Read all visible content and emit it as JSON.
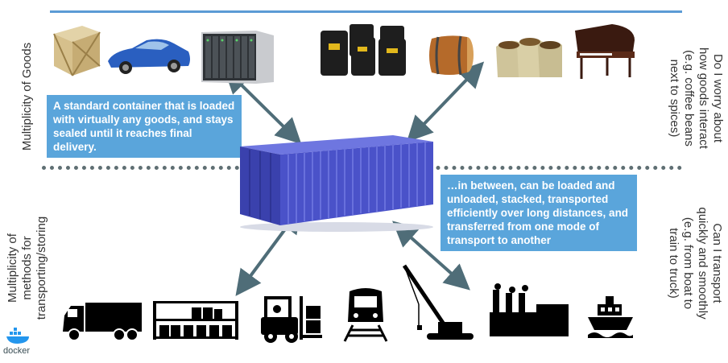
{
  "labels": {
    "goods": "Multiplicity of Goods",
    "methods": "Multiplicity of\nmethods for\ntransporting/storing",
    "goods_question": "Do I worry about\nhow goods interact\n(e.g. coffee beans\nnext to spices)",
    "transport_question": "Can I transport\nquickly and smoothly\n(e.g. from boat to\ntrain to truck)"
  },
  "callouts": {
    "container": "A standard container that is loaded with virtually any goods, and stays sealed until it reaches final delivery.",
    "between": "…in between, can be loaded and unloaded, stacked, transported efficiently over long distances, and transferred from one mode of transport to another"
  },
  "logo": {
    "text": "docker"
  },
  "goods": [
    "crate-icon",
    "sports-car-icon",
    "server-rack-icon",
    "oil-barrels-icon",
    "wine-barrel-icon",
    "coffee-sacks-icon",
    "piano-icon"
  ],
  "methods": [
    "truck-icon",
    "warehouse-shelf-icon",
    "forklift-icon",
    "train-icon",
    "crane-icon",
    "factory-icon",
    "ship-icon"
  ],
  "colors": {
    "accent": "#5aa5db",
    "line": "#5b9bd5",
    "container": "#4a52c9",
    "arrow": "#4f6d78"
  }
}
